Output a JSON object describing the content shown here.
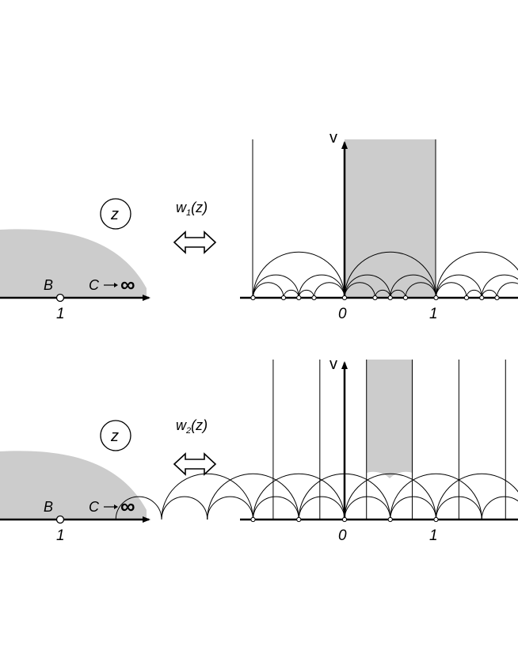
{
  "top_panel": {
    "z_circle_label": "z",
    "map_label": "w",
    "map_subscript": "1",
    "map_suffix": "(z)",
    "point_b": "B",
    "point_c": "C",
    "infinity": "∞",
    "left_tick": "1",
    "v_axis": "v",
    "tick_0": "0",
    "tick_1": "1"
  },
  "bottom_panel": {
    "z_circle_label": "z",
    "map_label": "w",
    "map_subscript": "2",
    "map_suffix": "(z)",
    "point_b": "B",
    "point_c": "C",
    "infinity": "∞",
    "left_tick": "1",
    "v_axis": "v",
    "tick_0": "0",
    "tick_1": "1"
  },
  "colors": {
    "shade": "#cccccc",
    "ink": "#000000"
  },
  "icons": {
    "equivalence": "double-headed-arrow-icon",
    "arrow_small": "right-arrow-icon"
  }
}
